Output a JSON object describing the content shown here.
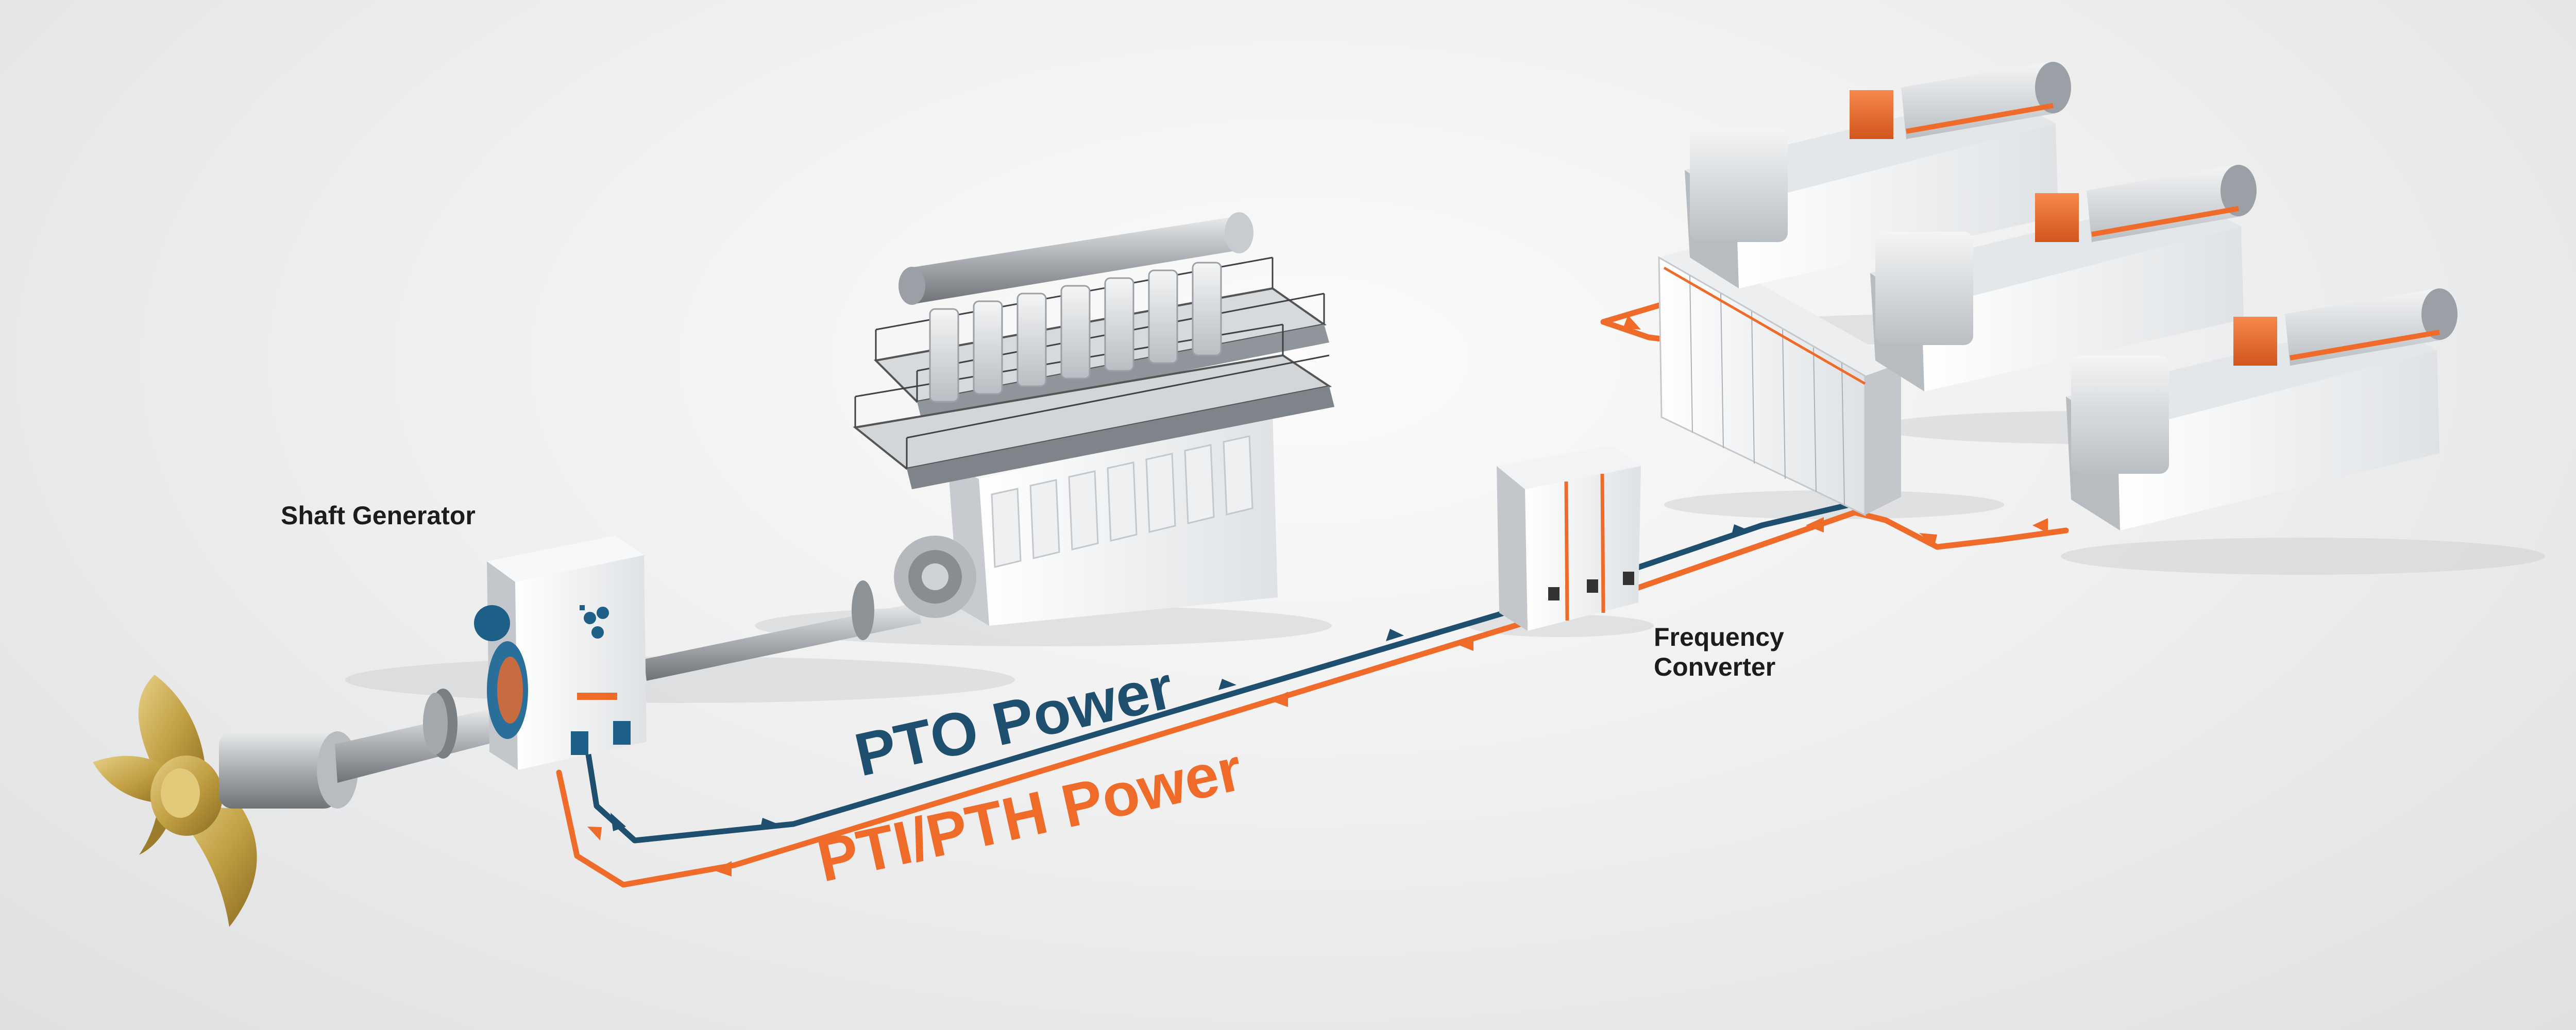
{
  "labels": {
    "shaft_generator": "Shaft Generator",
    "frequency_converter_line1": "Frequency",
    "frequency_converter_line2": "Converter"
  },
  "flows": {
    "pto": "PTO Power",
    "pti_pth": "PTI/PTH Power"
  },
  "colors": {
    "pto_line": "#1f4f6e",
    "pti_line": "#ef6b29",
    "accent_orange": "#ef6b29",
    "propeller_gold": "#c8a64a",
    "machinery_grey": "#c9cdd1"
  }
}
